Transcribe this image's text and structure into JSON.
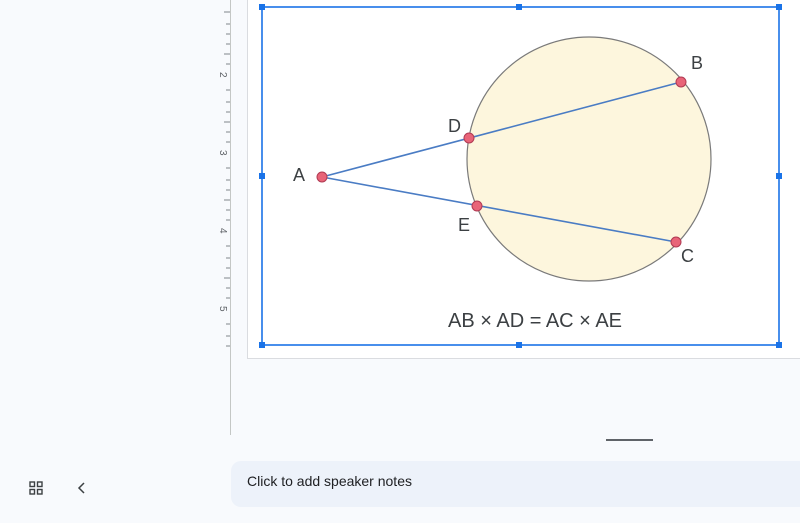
{
  "ruler": {
    "marks": [
      "2",
      "3",
      "4",
      "5"
    ]
  },
  "figure": {
    "points": {
      "A": "A",
      "B": "B",
      "C": "C",
      "D": "D",
      "E": "E"
    },
    "equation": "AB × AD = AC × AE",
    "circle_fill": "#fdf6dd",
    "line_color": "#4a7cc4",
    "point_color": "#e86478",
    "selection_color": "#1a73e8"
  },
  "notes": {
    "placeholder": "Click to add speaker notes"
  },
  "bottom_bar": {
    "grid_icon": "grid-view-icon",
    "collapse_icon": "chevron-left-icon"
  }
}
